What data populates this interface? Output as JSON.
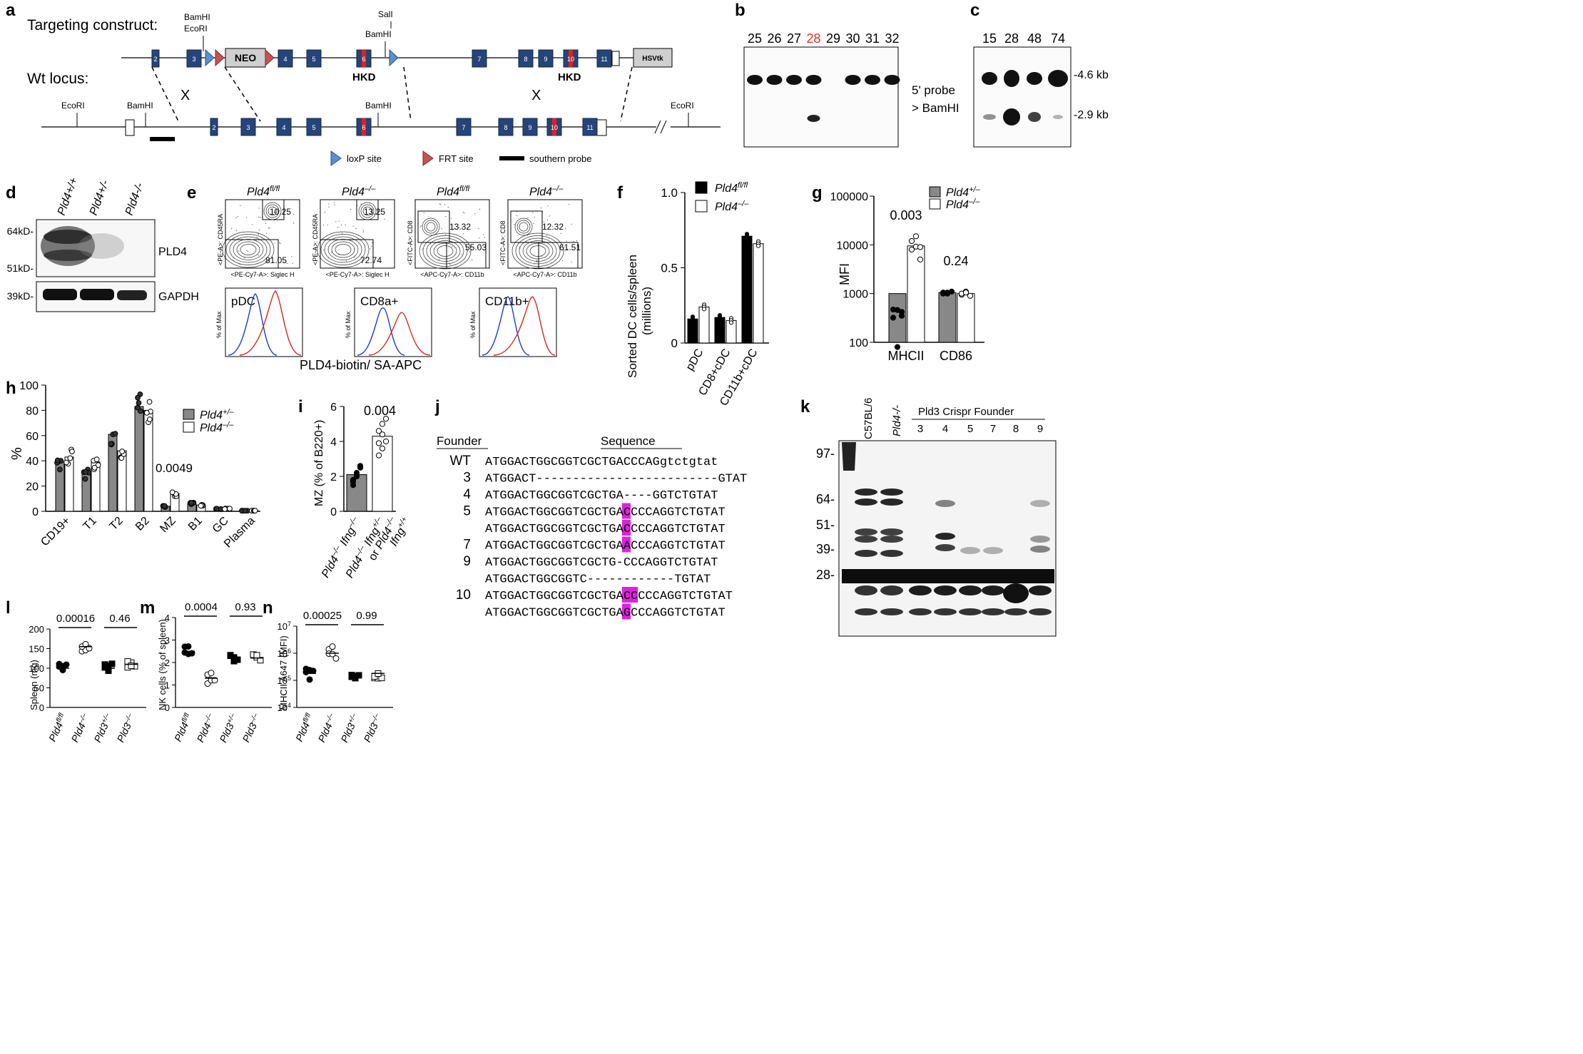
{
  "panel_letters": [
    "a",
    "b",
    "c",
    "d",
    "e",
    "f",
    "g",
    "h",
    "i",
    "j",
    "k",
    "l",
    "m",
    "n"
  ],
  "panel_a": {
    "targeting_label": "Targeting construct:",
    "wt_label": "Wt locus:",
    "bamhi_ecori": [
      "BamHI",
      "EcoRI"
    ],
    "sali": "SalI",
    "bamhi": "BamHI",
    "ecori": "EcoRI",
    "neo": "NEO",
    "hsvtk": "HSVtk",
    "hkd": "HKD",
    "cross": "X",
    "exons_top": [
      "2",
      "3",
      "4",
      "5",
      "6",
      "7",
      "8",
      "9",
      "10",
      "11"
    ],
    "exons_bottom": [
      "2",
      "3",
      "4",
      "5",
      "6",
      "7",
      "8",
      "9",
      "10",
      "11"
    ],
    "legend": [
      "loxP site",
      "FRT site",
      "southern probe"
    ]
  },
  "panel_b": {
    "lanes": [
      "25",
      "26",
      "27",
      "28",
      "29",
      "30",
      "31",
      "32"
    ],
    "highlight_lane": "28",
    "highlight_color": "#e0321e"
  },
  "panel_c": {
    "lanes": [
      "15",
      "28",
      "48",
      "74"
    ],
    "probe_label": [
      "5' probe",
      "> BamHI"
    ],
    "sizes": [
      "-4.6 kb",
      "-2.9 kb"
    ]
  },
  "panel_d": {
    "genotypes": [
      "Pld4+/+",
      "Pld4+/-",
      "Pld4-/-"
    ],
    "markers": [
      "64kD-",
      "51kD-",
      "39kD-"
    ],
    "proteins": [
      "PLD4",
      "GAPDH"
    ]
  },
  "panel_e": {
    "genos": [
      "Pld4fl/fl",
      "Pld4-/-",
      "Pld4fl/fl",
      "Pld4-/-"
    ],
    "y_axes": [
      "<PE-A>: CD45RA",
      "<PE-A>: CD45RA",
      "<FITC-A>: CD8",
      "<FITC-A>: CD8"
    ],
    "x_axes": [
      "<PE-Cy7-A>: Siglec H",
      "<PE-Cy7-A>: Siglec H",
      "<APC-Cy7-A>: CD11b",
      "<APC-Cy7-A>: CD11b"
    ],
    "gate_values": [
      [
        "10.25",
        "81.05"
      ],
      [
        "13.25",
        "72.74"
      ],
      [
        "13.32",
        "55.03"
      ],
      [
        "12.32",
        "61.51"
      ]
    ],
    "hist_titles": [
      "pDC",
      "CD8a+",
      "CD11b+"
    ],
    "hist_y": "% of Max",
    "hist_x": "PLD4-biotin/ SA-APC"
  },
  "panel_j": {
    "header_founder": "Founder",
    "header_sequence": "Sequence",
    "rows": [
      {
        "founder": "WT",
        "seq": "ATGGACTGGCGGTCGCTGACCCAGgtctgtat"
      },
      {
        "founder": "3",
        "seq": "ATGGACT-------------------------GTAT"
      },
      {
        "founder": "4",
        "seq": "ATGGACTGGCGGTCGCTGA----GGTCTGTAT"
      },
      {
        "founder": "5",
        "seq": "ATGGACTGGCGGTCGCTGACCCCAGGTCTGTAT"
      },
      {
        "founder": "",
        "seq": "ATGGACTGGCGGTCGCTGACCCCAGGTCTGTAT"
      },
      {
        "founder": "7",
        "seq": "ATGGACTGGCGGTCGCTGAACCCAGGTCTGTAT"
      },
      {
        "founder": "9",
        "seq": "ATGGACTGGCGGTCGCTG-CCCAGGTCTGTAT"
      },
      {
        "founder": "",
        "seq": "ATGGACTGGCGGTC------------TGTAT"
      },
      {
        "founder": "10",
        "seq": "ATGGACTGGCGGTCGCTGACCCCCAGGTCTGTAT"
      },
      {
        "founder": "",
        "seq": "ATGGACTGGCGGTCGCTGAGCCCAGGTCTGTAT"
      }
    ],
    "highlight_color": "#e020e0"
  },
  "panel_k": {
    "lanes": [
      "C57BL/6",
      "Pld4-/-"
    ],
    "founder_title": "Pld3 Crispr Founder",
    "founders": [
      "3",
      "4",
      "5",
      "7",
      "8",
      "9"
    ],
    "markers": [
      "97-",
      "64-",
      "51-",
      "39-",
      "28-"
    ]
  },
  "chart_data": [
    {
      "panel": "f",
      "type": "bar",
      "categories": [
        "pDC",
        "CD8+cDC",
        "CD11b+cDC"
      ],
      "series": [
        {
          "name": "Pld4fl/fl",
          "values": [
            0.16,
            0.17,
            0.71
          ],
          "color": "#000000"
        },
        {
          "name": "Pld4-/-",
          "values": [
            0.24,
            0.15,
            0.66
          ],
          "color": "#ffffff"
        }
      ],
      "ylabel": "Sorted DC cells/spleen (millions)",
      "ylim": [
        0,
        1.0
      ],
      "yticks": [
        "0",
        "0.5",
        "1.0"
      ]
    },
    {
      "panel": "g",
      "type": "bar",
      "yscale": "log",
      "categories": [
        "MHCII",
        "CD86"
      ],
      "series": [
        {
          "name": "Pld4+/-",
          "values": [
            1000,
            1050
          ],
          "color": "#888888"
        },
        {
          "name": "Pld4-/-",
          "values": [
            9500,
            1000
          ],
          "color": "#ffffff"
        }
      ],
      "ylabel": "MFI",
      "ylim": [
        100,
        100000
      ],
      "yticks": [
        "100",
        "1000",
        "10000",
        "100000"
      ],
      "pvalues": [
        "0.003",
        "0.24"
      ]
    },
    {
      "panel": "h",
      "type": "bar",
      "categories": [
        "CD19+",
        "T1",
        "T2",
        "B2",
        "MZ",
        "B1",
        "GC",
        "Plasma"
      ],
      "series": [
        {
          "name": "Pld4+/-",
          "values": [
            39,
            30,
            61,
            83,
            4,
            6,
            2,
            0.5
          ],
          "color": "#888888"
        },
        {
          "name": "Pld4-/-",
          "values": [
            43,
            39,
            48,
            80,
            14,
            5,
            2,
            0.5
          ],
          "color": "#ffffff"
        }
      ],
      "ylabel": "%",
      "ylim": [
        0,
        100
      ],
      "yticks": [
        "0",
        "20",
        "40",
        "60",
        "80",
        "100"
      ],
      "pvalues": [
        "0.0049"
      ]
    },
    {
      "panel": "i",
      "type": "bar",
      "categories": [
        "Pld4-/- Ifng-/-",
        "Pld4-/- Ifng+/- or Pld4-/- Ifng+/+"
      ],
      "values": [
        2.1,
        4.3
      ],
      "colors": [
        "#888888",
        "#ffffff"
      ],
      "ylabel": "MZ (% of B220+)",
      "ylim": [
        0,
        6
      ],
      "yticks": [
        "0",
        "2",
        "4",
        "6"
      ],
      "pvalues": [
        "0.004"
      ]
    },
    {
      "panel": "l",
      "type": "scatter",
      "categories": [
        "Pld4fl/fl",
        "Pld4-/-",
        "Pld3+/-",
        "Pld3-/-"
      ],
      "values": [
        100,
        155,
        100,
        110
      ],
      "ylabel": "Spleen (mg)",
      "ylim": [
        0,
        200
      ],
      "yticks": [
        "0",
        "50",
        "100",
        "150",
        "200"
      ],
      "pvalues": [
        "0.00016",
        "0.46"
      ]
    },
    {
      "panel": "m",
      "type": "scatter",
      "categories": [
        "Pld4fl/fl",
        "Pld4-/-",
        "Pld3+/-",
        "Pld3-/-"
      ],
      "values": [
        2.5,
        1.3,
        2.2,
        2.2
      ],
      "ylabel": "NK cells (% of spleen)",
      "ylim": [
        0,
        4
      ],
      "yticks": [
        "0",
        "1",
        "2",
        "3",
        "4"
      ],
      "pvalues": [
        "0.0004",
        "0.93"
      ]
    },
    {
      "panel": "n",
      "type": "scatter",
      "yscale": "log",
      "categories": [
        "Pld4fl/fl",
        "Pld4-/-",
        "Pld3+/-",
        "Pld3-/-"
      ],
      "values": [
        180000,
        1000000,
        180000,
        180000
      ],
      "ylabel": "MHCII A647 (MFI)",
      "ylim": [
        10000,
        10000000
      ],
      "yticks": [
        "10^4",
        "10^5",
        "10^6",
        "10^7"
      ],
      "pvalues": [
        "0.00025",
        "0.99"
      ]
    }
  ]
}
